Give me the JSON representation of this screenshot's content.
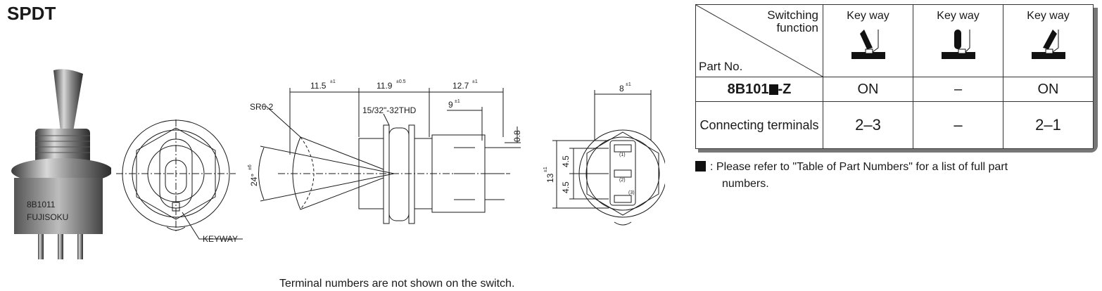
{
  "title": "SPDT",
  "photo": {
    "marking_line1": "8B1011",
    "marking_line2": "FUJISOKU"
  },
  "drawing": {
    "sr_label": "SR6.2",
    "thread_label": "15/32\"-32THD",
    "keyway_label": "KEYWAY",
    "dim_11_5": "11.5",
    "tol_11_5": "±1",
    "dim_11_9": "11.9",
    "tol_11_9": "±0.5",
    "dim_12_7": "12.7",
    "tol_12_7": "±1",
    "dim_9": "9",
    "tol_9": "±1",
    "dim_0_8": "0.8",
    "dim_24": "24°",
    "tol_24": "±6",
    "dim_8": "8",
    "tol_8": "±1",
    "dim_13": "13",
    "tol_13": "±1",
    "dim_4_5_a": "4.5",
    "dim_4_5_b": "4.5",
    "term_1": "(1)",
    "term_2": "(2)",
    "term_3": "(3)"
  },
  "caption": "Terminal numbers are not shown on the switch.",
  "table": {
    "switching_function": "Switching\nfunction",
    "part_no_label": "Part No.",
    "columns": [
      "Key way",
      "Key way",
      "Key way"
    ],
    "part_prefix": "8B101",
    "part_suffix": "-Z",
    "row_part_values": [
      "ON",
      "–",
      "ON"
    ],
    "row_conn_label": "Connecting terminals",
    "row_conn_values": [
      "2–3",
      "–",
      "2–1"
    ]
  },
  "note": {
    "line1": ": Please refer to \"Table of Part Numbers\" for  a list of full part",
    "line2": "numbers."
  }
}
